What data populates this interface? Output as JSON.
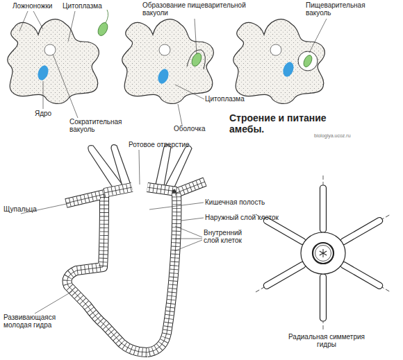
{
  "diagram": {
    "title": "Строение и питание амебы.",
    "labels": [
      "Ложноножки",
      "Цитоплазма",
      "Образование пищеварительной вакуоли",
      "Пищеварительная вакуоль",
      "Ядро",
      "Сократительная вакуоль",
      "Цитоплазма",
      "Оболочка",
      "biologiya.ucoz.ru",
      "Ротовое отверстие",
      "Кишечная полость",
      "Наружный слой клеток",
      "Внутренний слой клеток",
      "Щупальца",
      "Развивающаяся молодая гидра",
      "Радиальная симметрия гидры"
    ]
  }
}
